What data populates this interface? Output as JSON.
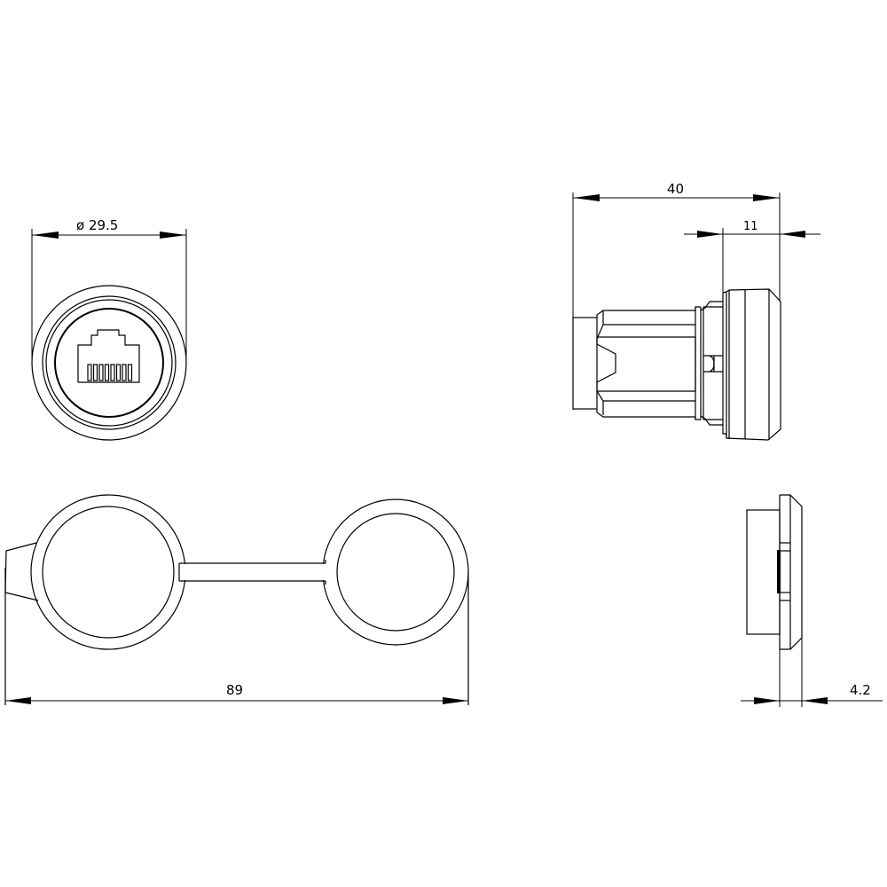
{
  "drawing": {
    "background": "#ffffff",
    "line_color": "#000000",
    "views": {
      "front_view": {
        "name": "RJ45 socket front view",
        "dimension_label": "ø 29.5"
      },
      "side_view": {
        "name": "RJ45 socket side view",
        "dimension_overall_label": "40",
        "dimension_flange_label": "11"
      },
      "cap_top_view": {
        "name": "Protective cap with strap",
        "dimension_label": "89"
      },
      "cap_side_view": {
        "name": "Protective cap side view",
        "dimension_label": "4.2"
      }
    }
  }
}
